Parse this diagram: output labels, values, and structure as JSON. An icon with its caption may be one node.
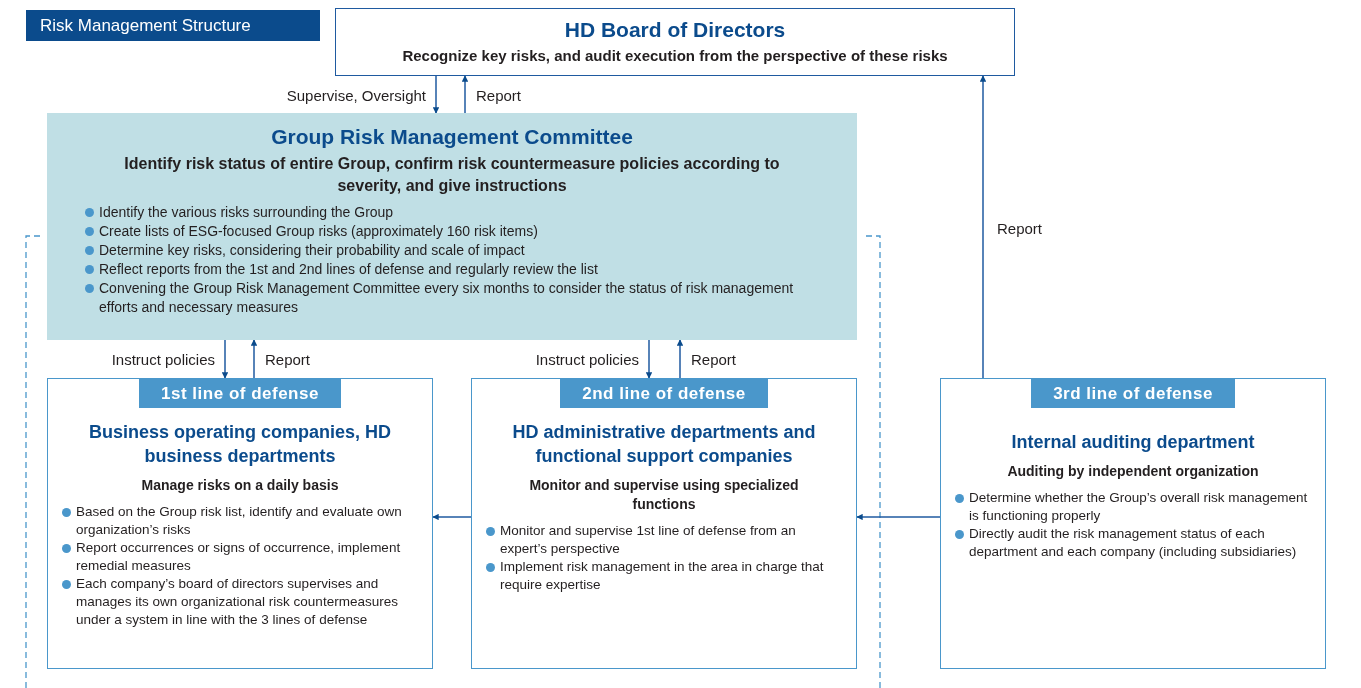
{
  "diagram": {
    "title": "Risk Management Structure",
    "nodes": [
      {
        "text": [
          "HD Board of Directors",
          "Recognize key risks, and audit execution from the perspective of  these risks"
        ]
      },
      {
        "text": [
          "Group Risk Management Committee",
          "Identify risk status of entire Group, confirm risk countermeasure policies according to severity, and give instructions",
          "Identify the various risks surrounding the Group",
          "Create lists of ESG-focused Group risks (approximately 160 risk items)",
          "Determine key risks, considering their probability and scale of impact",
          "Reflect reports from the 1st and 2nd lines of defense and regularly review the list",
          "Convening the Group Risk Management Committee every six months to consider the status of risk management efforts and necessary measures"
        ]
      },
      {
        "text": [
          "1st line of defense",
          "Business operating companies, HD business departments",
          "Manage risks on a daily basis",
          "Based on the Group risk list, identify and evaluate own organization’s risks",
          "Report occurrences or signs of occurrence, implement remedial measures",
          "Each company’s board of directors supervises and manages its own organizational risk countermeasures under a system in line with the 3 lines of defense"
        ]
      },
      {
        "text": [
          "2nd line of defense",
          "HD administrative departments and functional support companies",
          "Monitor and supervise using specialized functions",
          "Monitor and supervise 1st line of defense from an expert’s perspective",
          "Implement risk management in the area in charge that require expertise"
        ]
      },
      {
        "text": [
          "3rd line of defense",
          "Internal auditing department",
          "Auditing by independent organization",
          "Determine whether the Group’s overall risk management is functioning properly",
          "Directly audit the risk management status of each department and each company (including subsidiaries)"
        ]
      }
    ],
    "edges": [
      {
        "from": 0,
        "to": 1,
        "arrow": "to",
        "label": "Supervise, Oversight"
      },
      {
        "from": 1,
        "to": 0,
        "arrow": "to",
        "label": "Report"
      },
      {
        "from": 1,
        "to": 2,
        "arrow": "to",
        "label": "Instruct policies"
      },
      {
        "from": 2,
        "to": 1,
        "arrow": "to",
        "label": "Report"
      },
      {
        "from": 1,
        "to": 3,
        "arrow": "to",
        "label": "Instruct policies"
      },
      {
        "from": 3,
        "to": 1,
        "arrow": "to",
        "label": "Report"
      },
      {
        "from": 4,
        "to": 0,
        "arrow": "to",
        "label": "Report"
      },
      {
        "from": 3,
        "to": 2,
        "arrow": "to"
      },
      {
        "from": 4,
        "to": 3,
        "arrow": "to"
      }
    ]
  }
}
